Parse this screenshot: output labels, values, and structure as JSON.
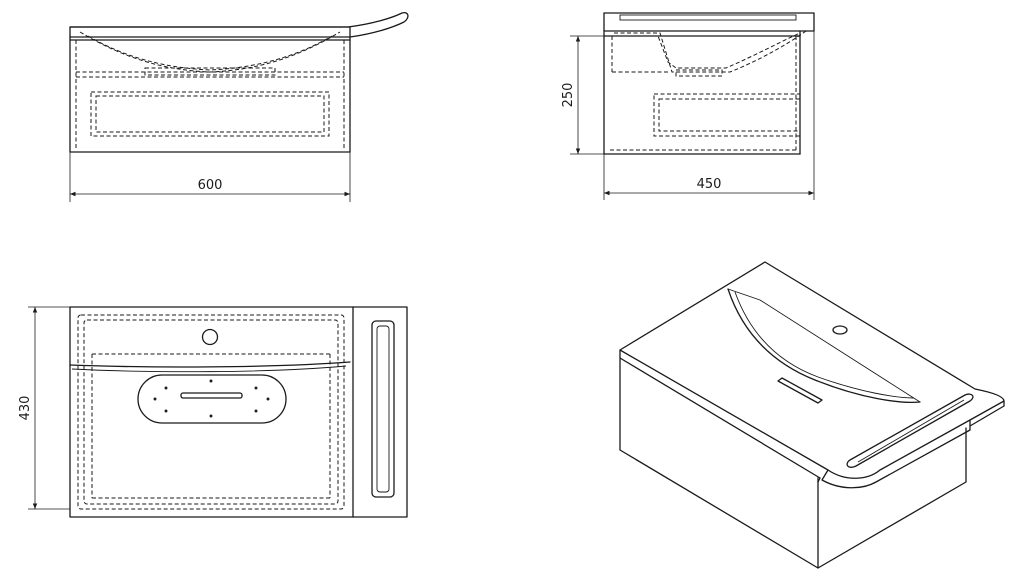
{
  "dimensions": {
    "width": "600",
    "depth": "450",
    "height": "250",
    "basin_depth": "430"
  },
  "colors": {
    "line": "#1a1a1a",
    "background": "#ffffff"
  }
}
